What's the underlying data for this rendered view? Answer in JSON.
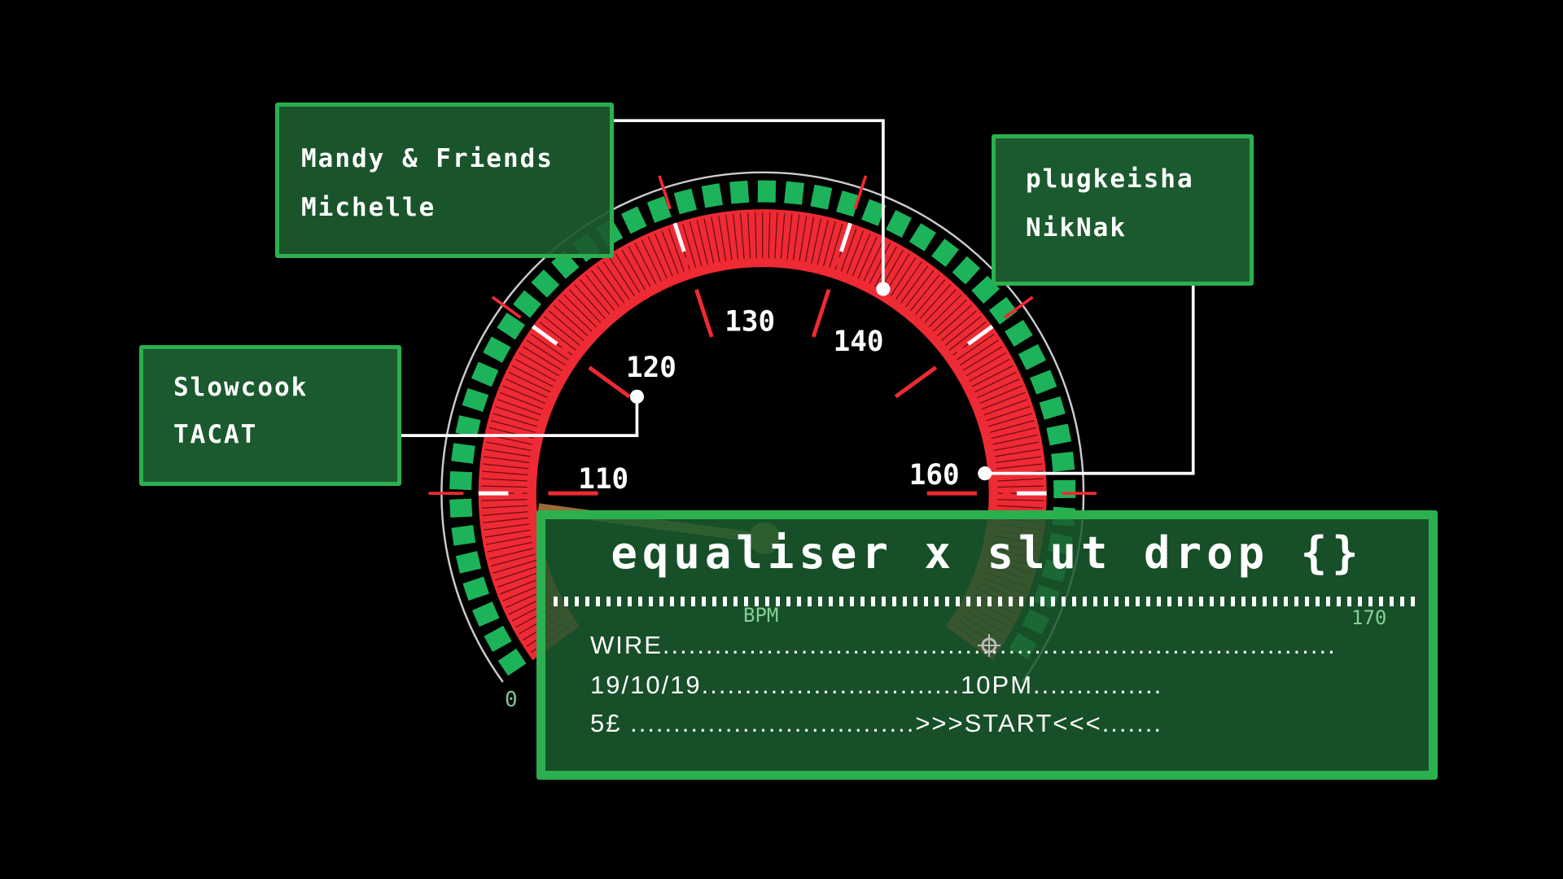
{
  "gauge": {
    "unit_label": "BPM",
    "min_label": "0",
    "max_label": "170",
    "tick_labels": [
      "110",
      "120",
      "130",
      "140",
      "160"
    ],
    "colors": {
      "band": "#ee2a34",
      "segments": "#1db35a",
      "box": "#1b5a2e",
      "border": "#2bb04f",
      "needle": "#9a6a3a"
    }
  },
  "callouts": {
    "top_left": {
      "line1": "Mandy & Friends",
      "line2": "Michelle"
    },
    "top_right": {
      "line1": "plugkeisha",
      "line2": "NikNak"
    },
    "left": {
      "line1": "Slowcook",
      "line2": "TACAT"
    }
  },
  "main": {
    "title": "equaliser x slut drop {}",
    "venue": "WIRE..............................................................................",
    "date_time": "19/10/19..............................10PM...............",
    "price_start": "5£ .................................>>>START<<<......."
  }
}
